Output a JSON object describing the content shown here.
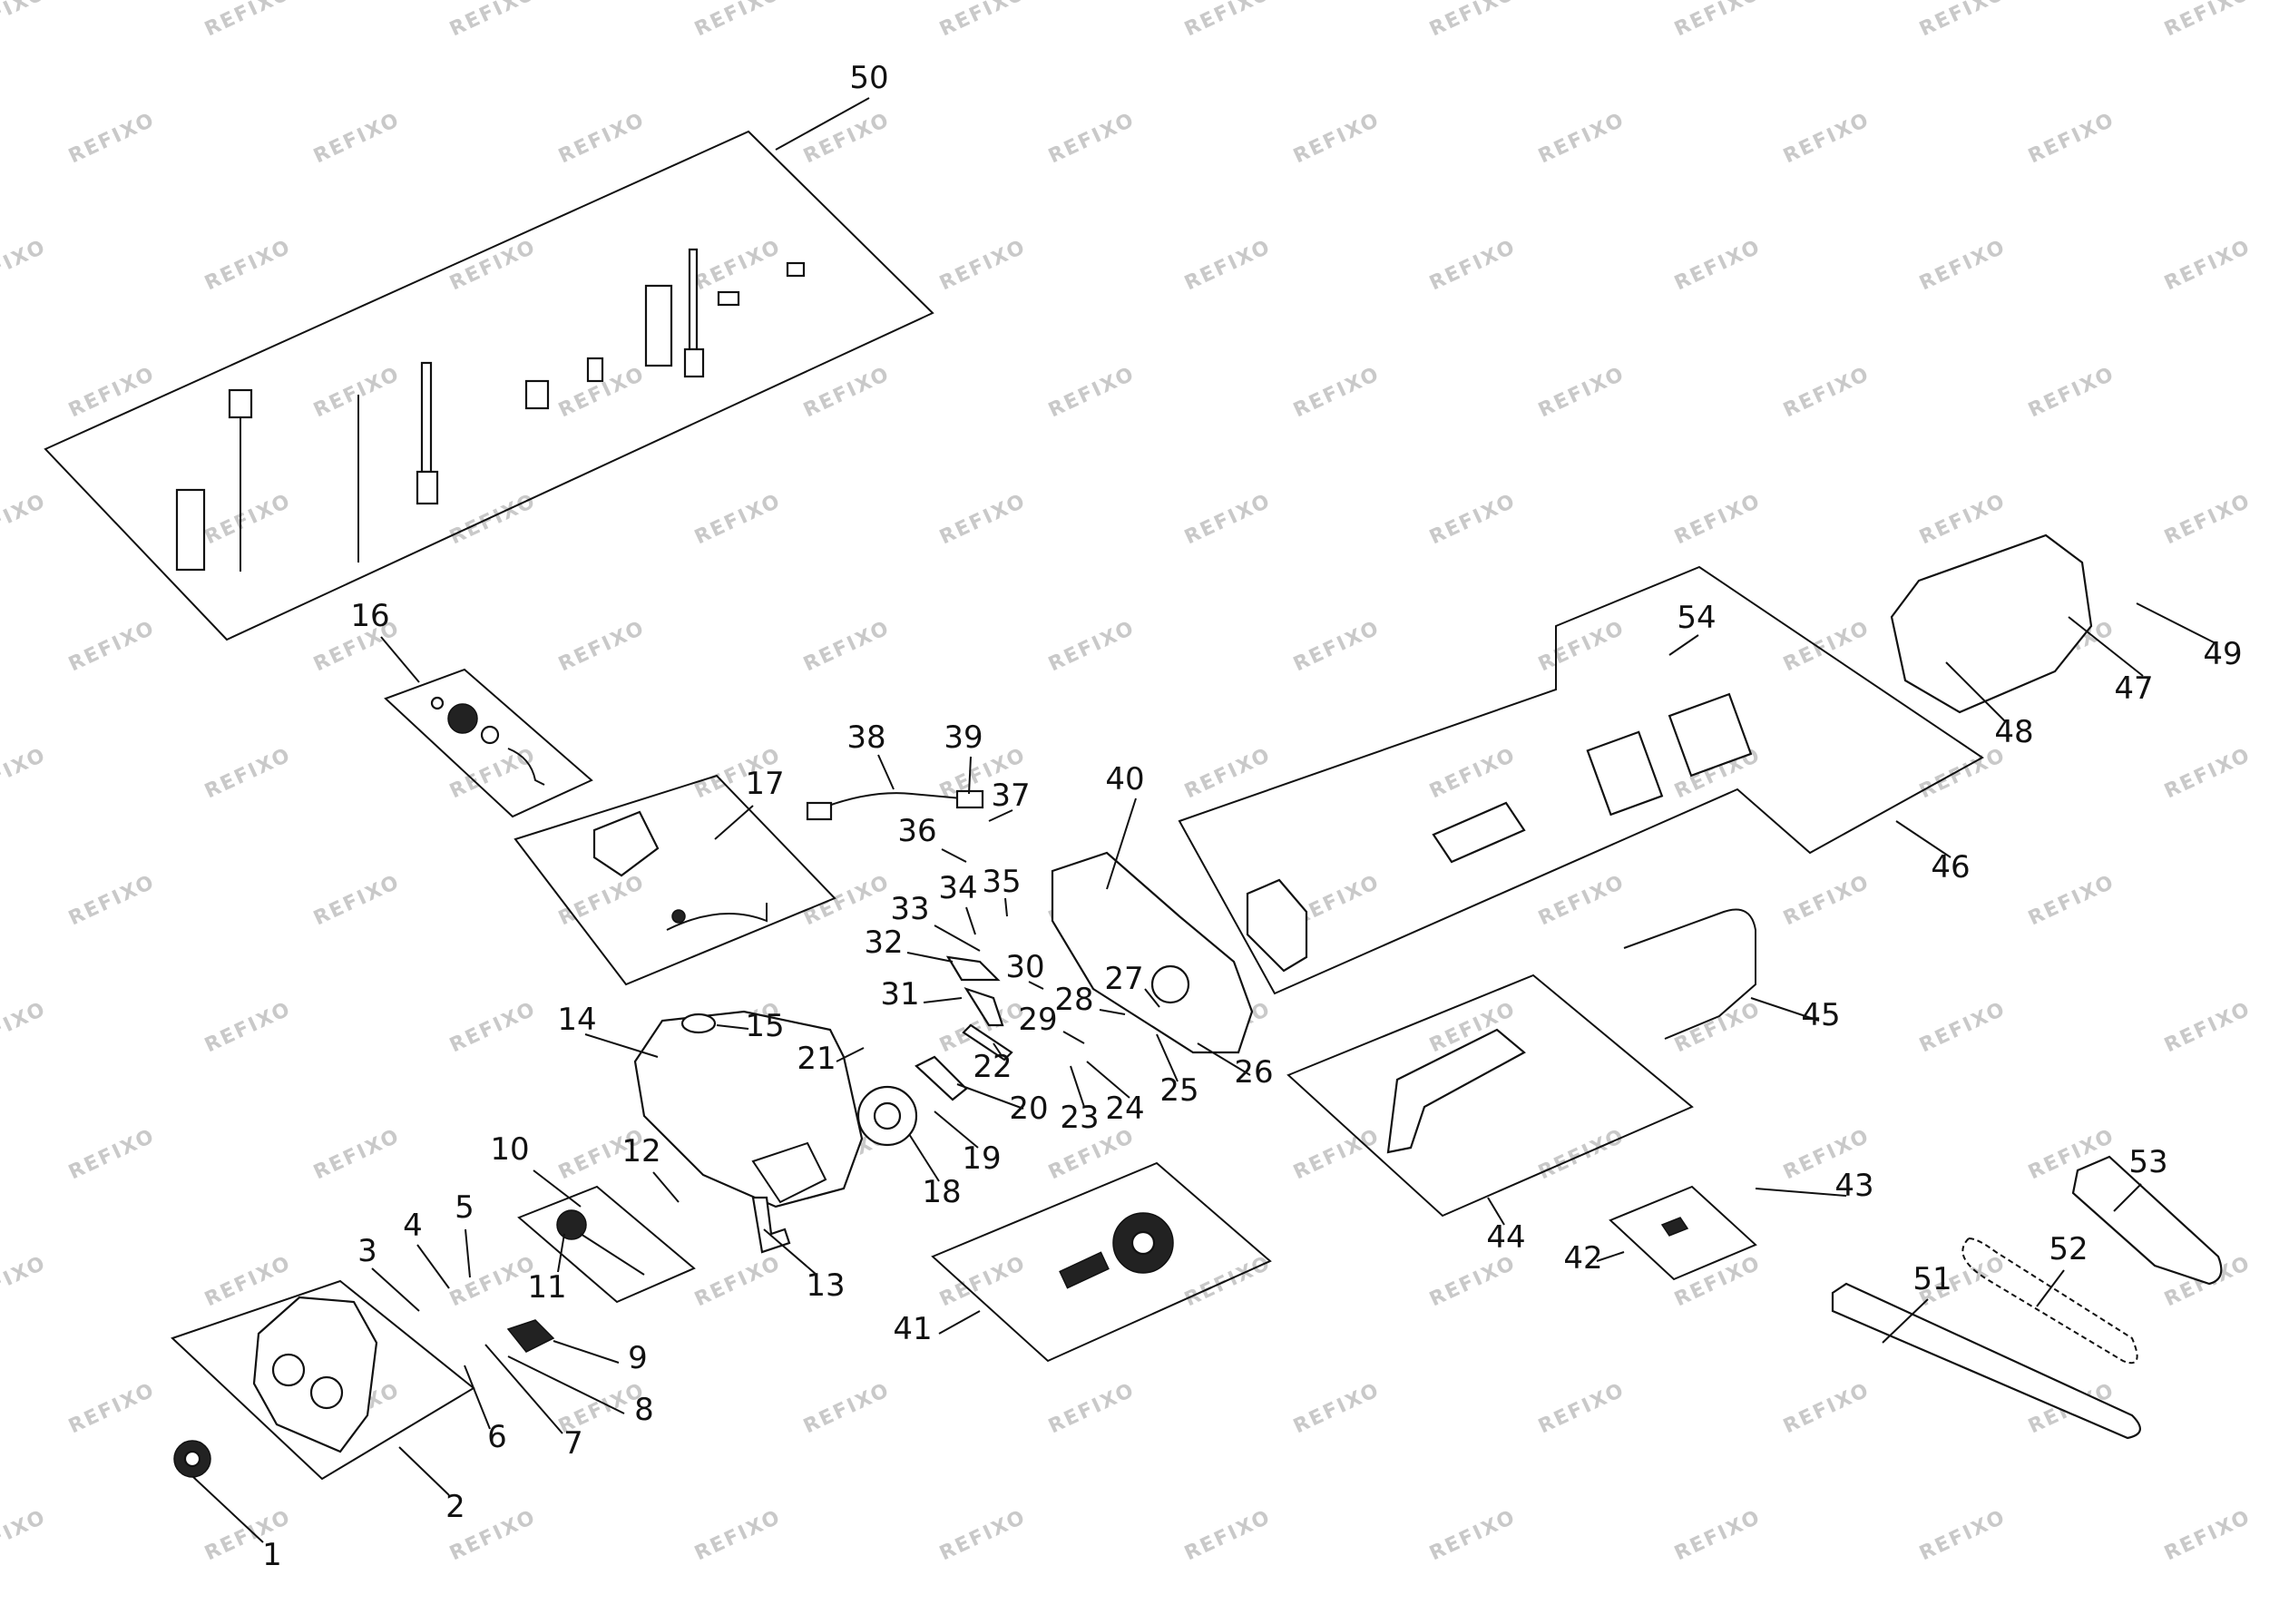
{
  "watermark": "REFIXO",
  "callouts": [
    "1",
    "2",
    "3",
    "4",
    "5",
    "6",
    "7",
    "8",
    "9",
    "10",
    "11",
    "12",
    "13",
    "14",
    "15",
    "16",
    "17",
    "18",
    "19",
    "20",
    "21",
    "22",
    "23",
    "24",
    "25",
    "26",
    "27",
    "28",
    "29",
    "30",
    "31",
    "32",
    "33",
    "34",
    "35",
    "36",
    "37",
    "38",
    "39",
    "40",
    "41",
    "42",
    "43",
    "44",
    "45",
    "46",
    "47",
    "48",
    "49",
    "50",
    "51",
    "52",
    "53",
    "54"
  ],
  "colors": {
    "line": "#111111",
    "watermark": "#c9c9c9",
    "background": "#ffffff"
  }
}
